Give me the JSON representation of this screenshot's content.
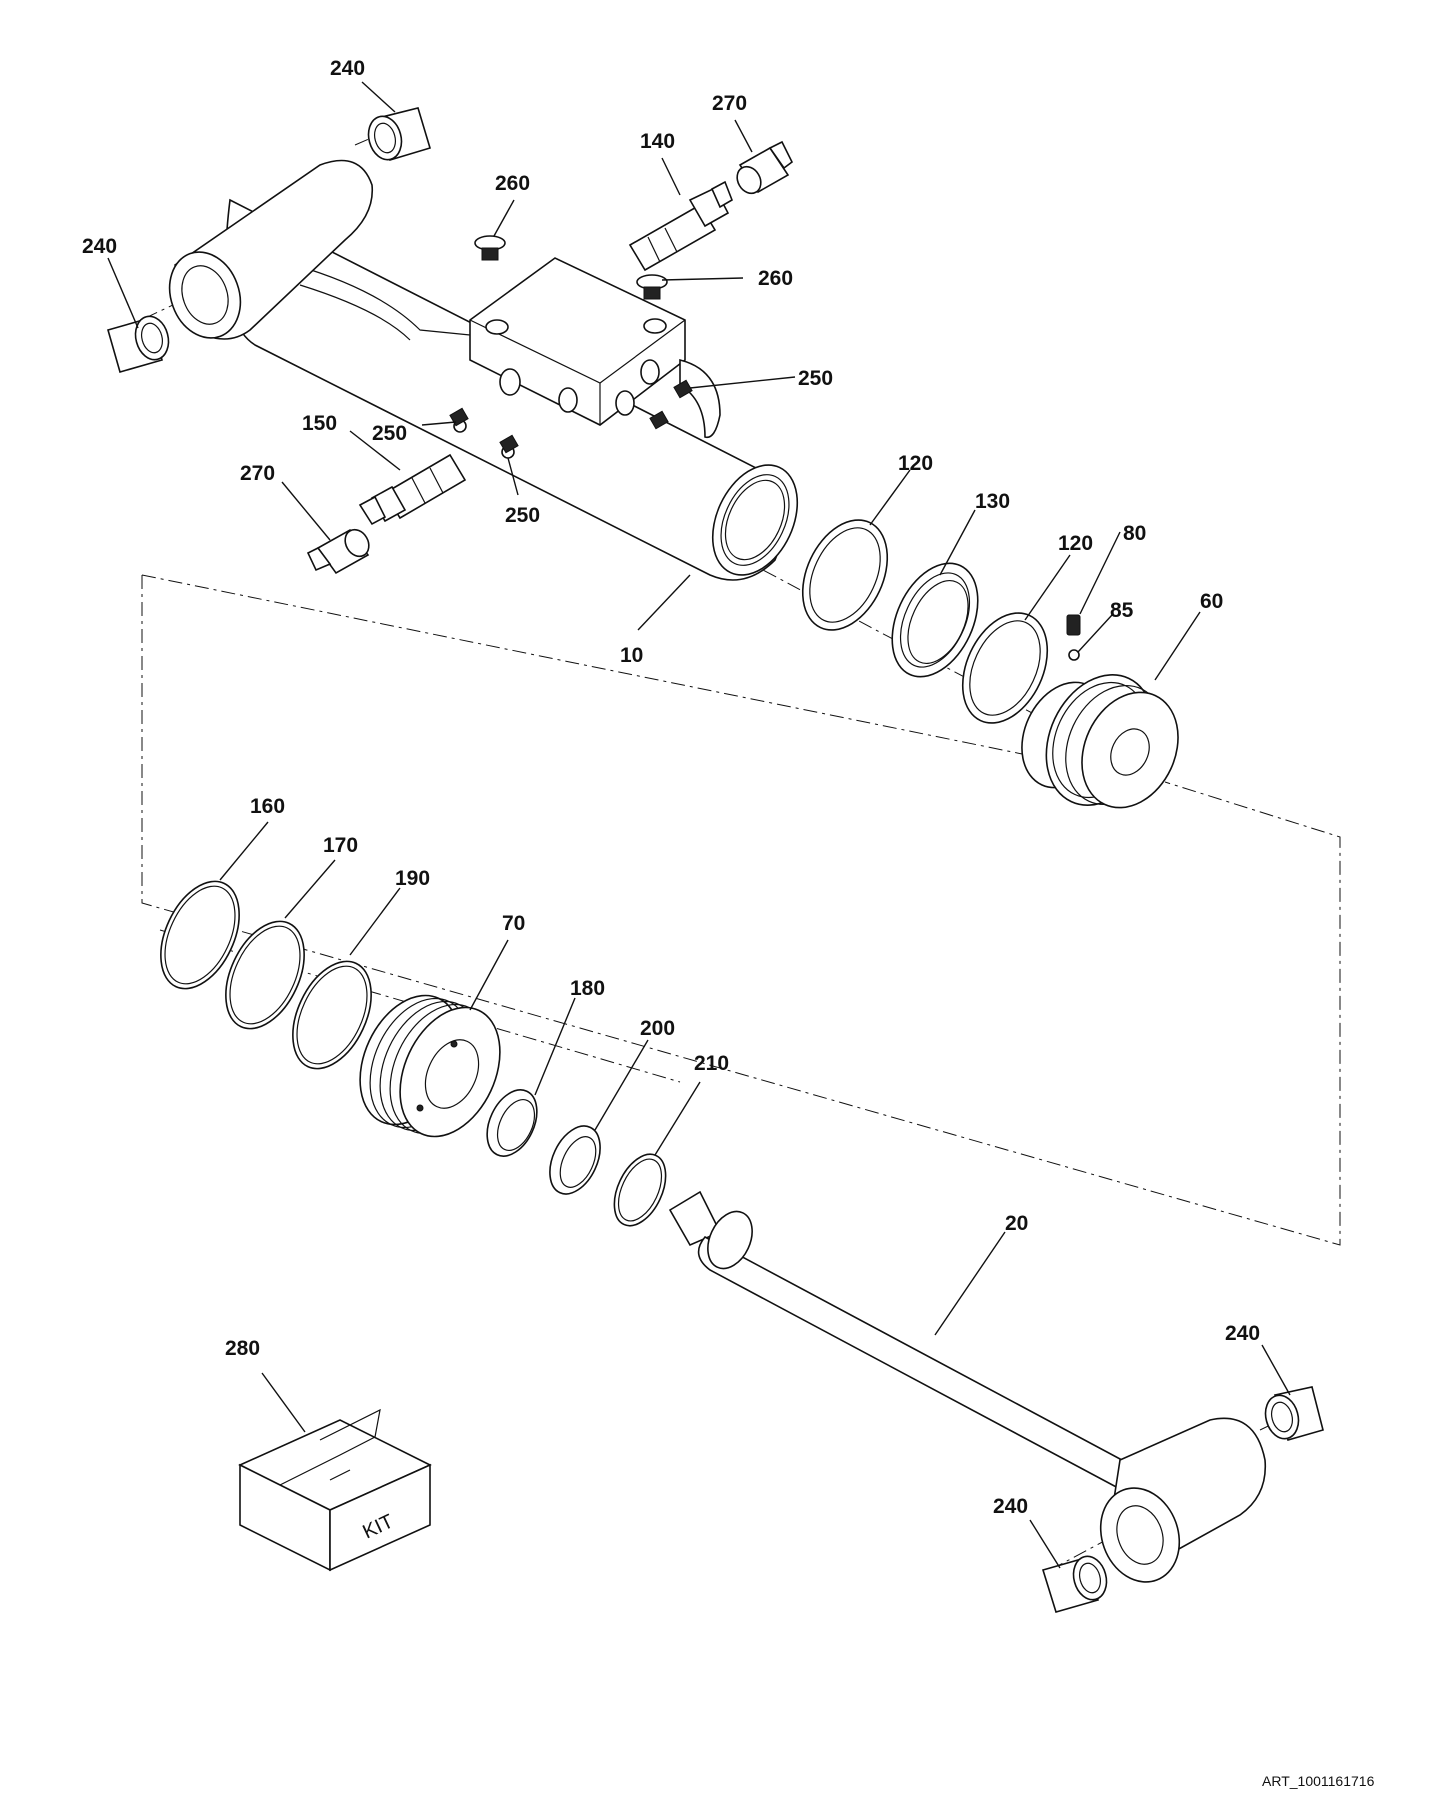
{
  "callouts": {
    "c240_a": "240",
    "c240_b": "240",
    "c240_c": "240",
    "c240_d": "240",
    "c270_a": "270",
    "c270_b": "270",
    "c140": "140",
    "c150": "150",
    "c260_a": "260",
    "c260_b": "260",
    "c250_a": "250",
    "c250_b": "250",
    "c250_c": "250",
    "c10": "10",
    "c120_a": "120",
    "c120_b": "120",
    "c130": "130",
    "c80": "80",
    "c85": "85",
    "c60": "60",
    "c160": "160",
    "c170": "170",
    "c190": "190",
    "c70": "70",
    "c180": "180",
    "c200": "200",
    "c210": "210",
    "c20": "20",
    "c280": "280"
  },
  "kit_label": "KIT",
  "art_id": "ART_1001161716"
}
